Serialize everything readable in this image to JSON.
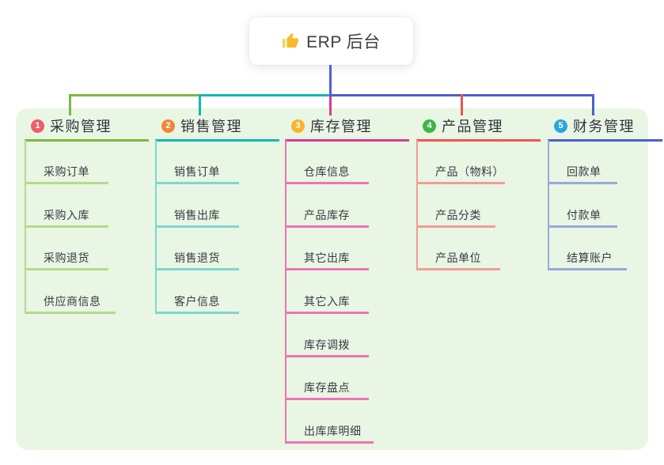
{
  "root": {
    "title": "ERP 后台",
    "icon": "thumbs-up",
    "line_color": "#4a5fd2"
  },
  "canvas": {
    "panel_color": "#e8f6e3",
    "background": "#ffffff",
    "icon_color": "#f7b92a",
    "icon_cuff_color": "#f8d252"
  },
  "branches": [
    {
      "index": "1",
      "label": "采购管理",
      "badge_color": "#ee5e68",
      "color": "#7cb93f",
      "light_color": "#b4d98e",
      "children": [
        "采购订单",
        "采购入库",
        "采购退货",
        "供应商信息"
      ]
    },
    {
      "index": "2",
      "label": "销售管理",
      "badge_color": "#f0853a",
      "color": "#13b7b1",
      "light_color": "#7fd6cf",
      "children": [
        "销售订单",
        "销售出库",
        "销售退货",
        "客户信息"
      ]
    },
    {
      "index": "3",
      "label": "库存管理",
      "badge_color": "#f7b52b",
      "color": "#da3a92",
      "light_color": "#ef74b4",
      "children": [
        "仓库信息",
        "产品库存",
        "其它出库",
        "其它入库",
        "库存调拨",
        "库存盘点",
        "出库库明细"
      ]
    },
    {
      "index": "4",
      "label": "产品管理",
      "badge_color": "#3cb54b",
      "color": "#f0534f",
      "light_color": "#f59a97",
      "children": [
        "产品（物料）",
        "产品分类",
        "产品单位"
      ]
    },
    {
      "index": "5",
      "label": "财务管理",
      "badge_color": "#2ca5dd",
      "color": "#4a5fd2",
      "light_color": "#97a9dd",
      "children": [
        "回款单",
        "付款单",
        "结算账户"
      ]
    }
  ]
}
